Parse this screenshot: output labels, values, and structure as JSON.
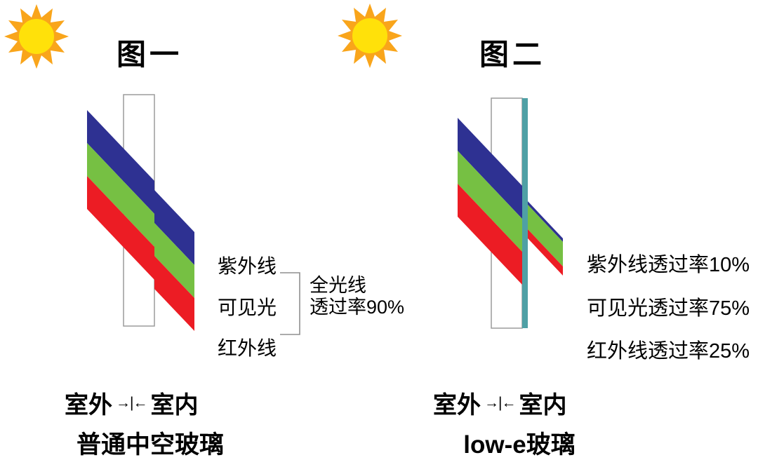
{
  "icons": [
    "sun-icon"
  ],
  "colors": {
    "uv": "#2E3192",
    "visible": "#76C043",
    "ir": "#EC1C24",
    "coating": "#4FA0A5",
    "sun-center": "#FFE10A",
    "sun-rays": "#F9A51B",
    "glass-border": "#9C9C9C"
  },
  "figure1": {
    "title": "图一",
    "band_labels": {
      "uv": "紫外线",
      "visible": "可见光",
      "ir": "红外线"
    },
    "summary": {
      "line1": "全光线",
      "line2": "透过率90%"
    },
    "position": {
      "outside": "室外",
      "divider": "→|←",
      "inside": "室内"
    },
    "caption": "普通中空玻璃"
  },
  "figure2": {
    "title": "图二",
    "labels": {
      "uv": "紫外线透过率10%",
      "visible": "可见光透过率75%",
      "ir": "红外线透过率25%"
    },
    "position": {
      "outside": "室外",
      "divider": "→|←",
      "inside": "室内"
    },
    "caption": "low-e玻璃"
  }
}
